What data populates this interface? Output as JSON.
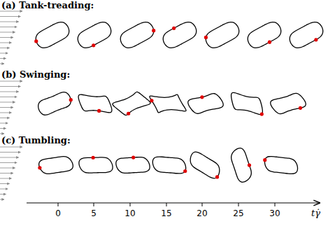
{
  "diagram": {
    "labels": [
      "(a) Tank-treading:",
      "(b) Swinging:",
      "(c) Tumbling:",
      "0",
      "5",
      "10",
      "15",
      "20",
      "25",
      "30",
      "tγ̇"
    ]
  }
}
